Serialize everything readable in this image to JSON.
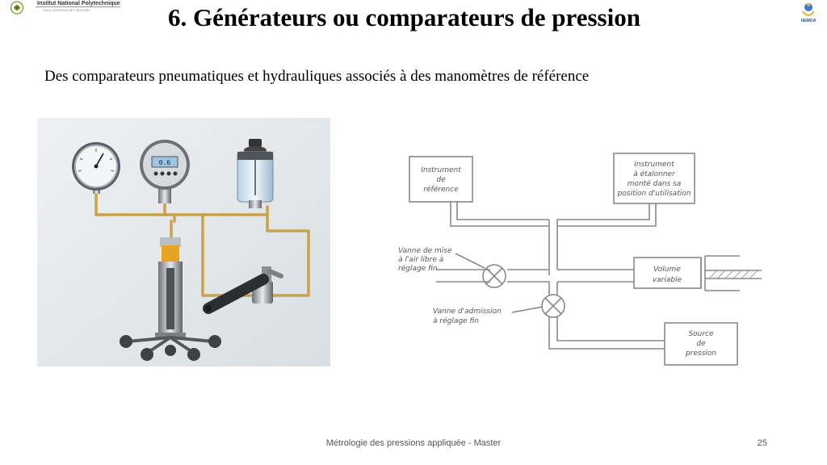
{
  "header": {
    "institution_name": "Institut National Polytechnique",
    "institution_sub": "Félix HOUPHOUËT-BOIGNY",
    "partner_logo_label": "UEMOA"
  },
  "slide": {
    "title": "6.  Générateurs ou comparateurs de pression",
    "subtitle": "Des comparateurs pneumatiques et hydrauliques associés à des manomètres de référence"
  },
  "photo": {
    "gauge_display": "0.6"
  },
  "diagram": {
    "ref_instrument": [
      "Instrument",
      "de",
      "référence"
    ],
    "dut_instrument": [
      "Instrument",
      "à étalonner",
      "monté dans sa",
      "position d'utilisation"
    ],
    "vent_valve": [
      "Vanne de mise",
      "à l'air libre à",
      "réglage fin"
    ],
    "inlet_valve": [
      "Vanne d'admission",
      "à réglage fin"
    ],
    "variable_volume": [
      "Volume",
      "variable"
    ],
    "pressure_source": [
      "Source",
      "de",
      "pression"
    ]
  },
  "footer": {
    "text": "Métrologie des pressions appliquée - Master",
    "page": "25"
  },
  "colors": {
    "pipe": "#c8a24a",
    "diagram_line": "#888888",
    "photo_bg": "#e6eaed"
  }
}
